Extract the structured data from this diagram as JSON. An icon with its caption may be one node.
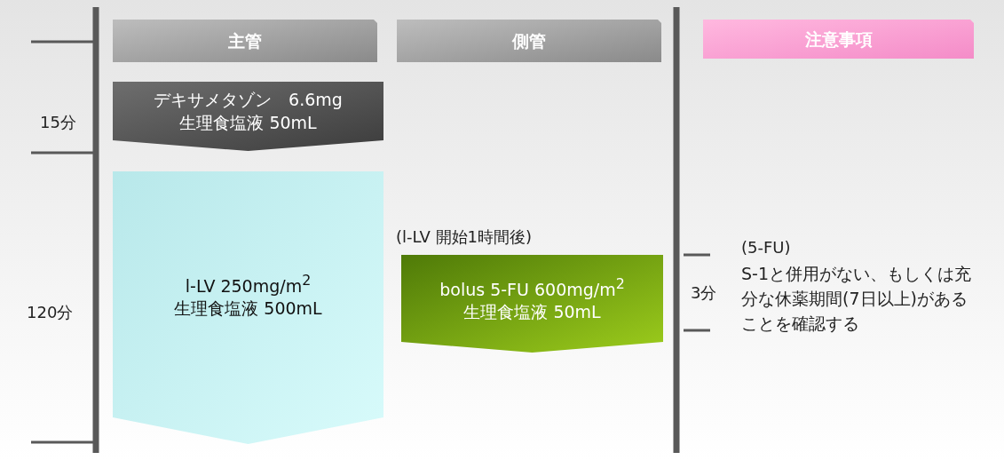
{
  "diagram": {
    "nodes": [
      {
        "text": [
          "主管"
        ]
      },
      {
        "text": [
          "側管"
        ]
      },
      {
        "text": [
          "注意事項"
        ]
      },
      {
        "text": [
          "デキサメタゾン　6.6mg",
          "生理食塩液  50mL"
        ]
      },
      {
        "text": [
          "l-LV  250mg/m$^{2}$",
          "生理食塩液  500mL"
        ]
      },
      {
        "text": [
          "bolus 5-FU  600mg/m$^{2}$",
          "生理食塩液  50mL"
        ],
        "beside": [
          "(l-LV  開始1時間後)"
        ]
      }
    ],
    "edges": [],
    "labels": [
      "15分",
      "120分",
      "3分",
      "(5-FU)",
      "S-1と併用がない、もしくは充分な休薬期間(7日以上)があることを確認する"
    ]
  }
}
